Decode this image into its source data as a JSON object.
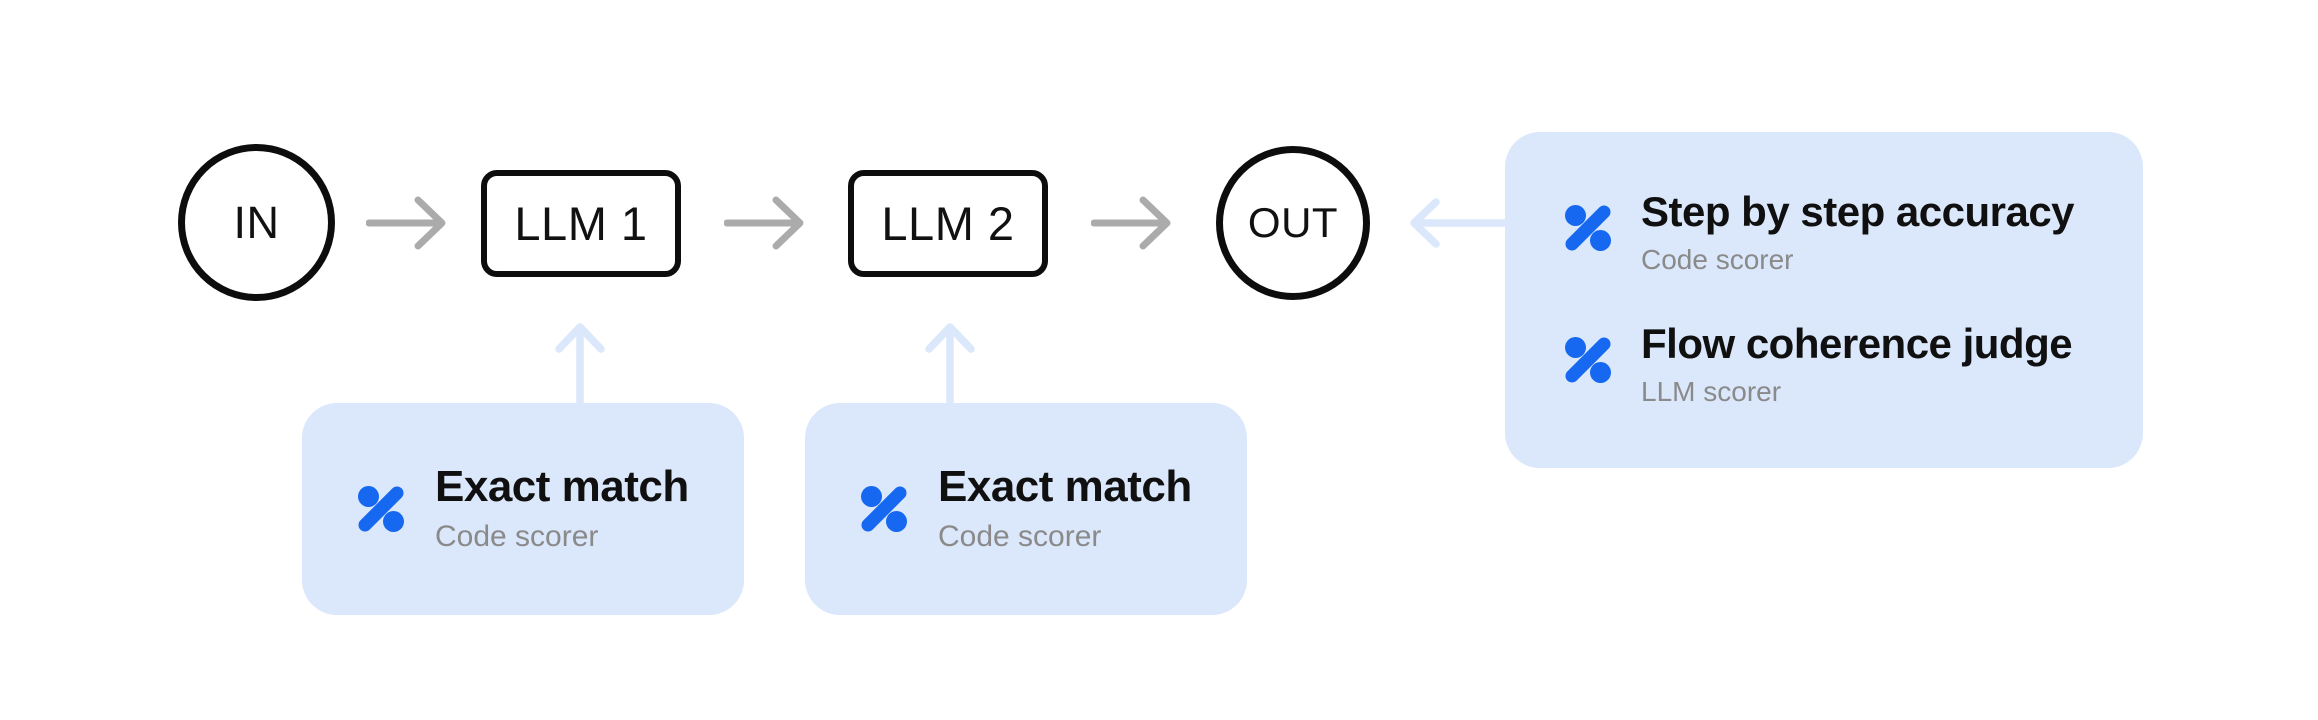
{
  "colors": {
    "background": "#ffffff",
    "node_stroke": "#0d0d0d",
    "node_text": "#111111",
    "flow_arrow": "#ababab",
    "scorer_arrow": "#dbe7fb",
    "card_bg": "#dbe7fb",
    "accent_blue": "#1568ef",
    "title_text": "#101010",
    "subtitle_text": "#8a8a8a"
  },
  "pipeline": {
    "input_label": "IN",
    "output_label": "OUT",
    "stages": [
      {
        "label": "LLM 1"
      },
      {
        "label": "LLM 2"
      }
    ]
  },
  "scorers": {
    "llm1_card": {
      "items": [
        {
          "title": "Exact match",
          "subtitle": "Code scorer"
        }
      ]
    },
    "llm2_card": {
      "items": [
        {
          "title": "Exact match",
          "subtitle": "Code scorer"
        }
      ]
    },
    "output_card": {
      "items": [
        {
          "title": "Step by step accuracy",
          "subtitle": "Code scorer"
        },
        {
          "title": "Flow coherence judge",
          "subtitle": "LLM scorer"
        }
      ]
    }
  }
}
